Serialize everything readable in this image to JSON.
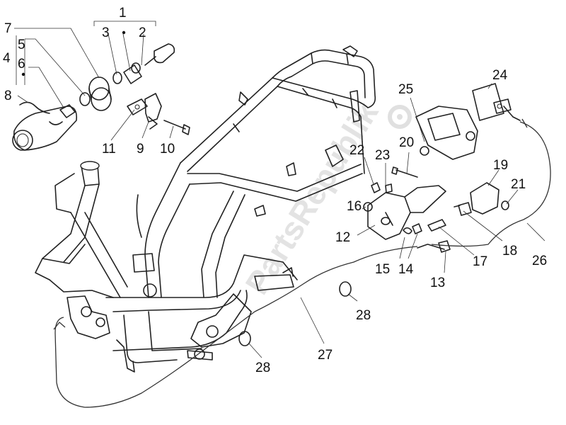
{
  "watermark": "PartsRepublik",
  "labels": {
    "l1": "1",
    "l2": "2",
    "l3": "3",
    "l4": "4",
    "l5": "5",
    "l6": "6",
    "l7": "7",
    "l8": "8",
    "l9": "9",
    "l10": "10",
    "l11": "11",
    "l12": "12",
    "l13": "13",
    "l14": "14",
    "l15": "15",
    "l16": "16",
    "l17": "17",
    "l18": "18",
    "l19": "19",
    "l20": "20",
    "l21": "21",
    "l22": "22",
    "l23": "23",
    "l24": "24",
    "l25": "25",
    "l26": "26",
    "l27": "27",
    "l28a": "28",
    "l28b": "28"
  },
  "colors": {
    "line": "#222222",
    "background": "#ffffff",
    "watermark": "#e3e3e3"
  }
}
